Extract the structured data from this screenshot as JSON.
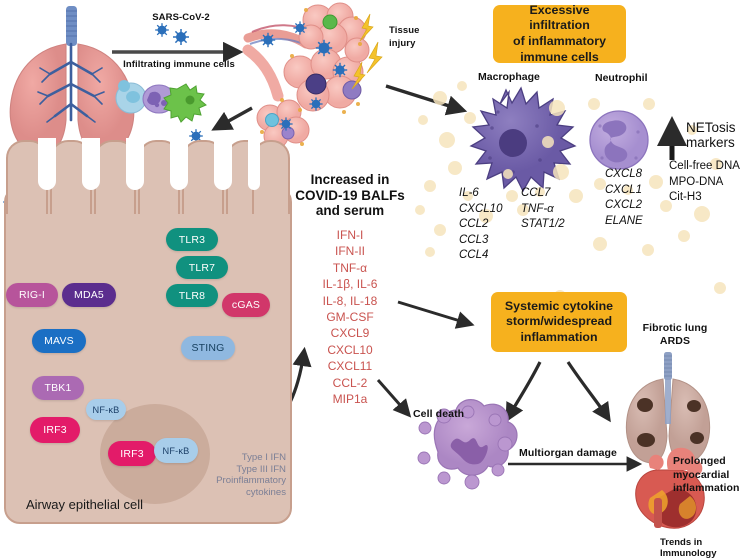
{
  "figure": {
    "footer": "Trends in Immunology"
  },
  "top_left": {
    "virus_label": "SARS-CoV-2",
    "arrow_label": "Infiltrating immune cells",
    "tissue_injury": "Tissue injury",
    "organ": "lung"
  },
  "callouts": {
    "infiltration": "Excessive infiltration of  inflammatory immune cells",
    "infiltration_lines": [
      "Excessive infiltration",
      "of  inflammatory",
      "immune cells"
    ],
    "cytokine_storm": "Systemic cytokine storm/widespread inflammation",
    "cytokine_storm_lines": [
      "Systemic cytokine",
      "storm/widespread",
      "inflammation"
    ]
  },
  "immune_cells": {
    "macrophage_label": "Macrophage",
    "neutrophil_label": "Neutrophil",
    "macrophage_genes_col1": [
      "IL-6",
      "CXCL10",
      "CCL2",
      "CCL3",
      "CCL4"
    ],
    "macrophage_genes_col2": [
      "CCL7",
      "TNF-α",
      "STAT1/2"
    ],
    "neutrophil_genes": [
      "CXCL8",
      "CXCL1",
      "CXCL2",
      "ELANE"
    ]
  },
  "netosis": {
    "title_line1": "NETosis",
    "title_line2": "markers",
    "markers": [
      "Cell-free DNA",
      "MPO-DNA",
      "Cit-H3"
    ]
  },
  "center": {
    "title_lines": [
      "Increased in",
      "COVID-19 BALFs",
      "and serum"
    ],
    "cytokines": [
      "IFN-I",
      "IFN-II",
      "TNF-α",
      "IL-1β, IL-6",
      "IL-8, IL-18",
      "GM-CSF",
      "CXCL9",
      "CXCL10",
      "CXCL11",
      "CCL-2",
      "MIP1a"
    ]
  },
  "pathway": {
    "cell_label": "Airway epithelial cell",
    "output_lines": [
      "Type I IFN",
      "Type III IFN",
      "Proinflammatory",
      "cytokines"
    ],
    "nodes": [
      {
        "id": "rig-i",
        "label": "RIG-I",
        "color": "#b7549b"
      },
      {
        "id": "mda5",
        "label": "MDA5",
        "color": "#5b2d8e"
      },
      {
        "id": "mavs",
        "label": "MAVS",
        "color": "#1b6fc4"
      },
      {
        "id": "tbk1",
        "label": "TBK1",
        "color": "#ab6ab3"
      },
      {
        "id": "irf3",
        "label": "IRF3",
        "color": "#e31b69"
      },
      {
        "id": "nfkb",
        "label": "NF-κB",
        "color": "#a8cdea"
      },
      {
        "id": "irf3-n",
        "label": "IRF3",
        "color": "#e31b69"
      },
      {
        "id": "nfkb-n",
        "label": "NF-κB",
        "color": "#a8cdea"
      },
      {
        "id": "tlr3",
        "label": "TLR3",
        "color": "#10917f"
      },
      {
        "id": "tlr7",
        "label": "TLR7",
        "color": "#10917f"
      },
      {
        "id": "tlr8",
        "label": "TLR8",
        "color": "#10917f"
      },
      {
        "id": "cgas",
        "label": "cGAS",
        "color": "#d1376a"
      },
      {
        "id": "sting",
        "label": "STING",
        "color": "#8fb8e0"
      }
    ]
  },
  "outcomes": {
    "cell_death": "Cell death",
    "fibrotic_lung_line1": "Fibrotic lung",
    "fibrotic_lung_line2": "ARDS",
    "multiorgan": "Multiorgan damage",
    "myocardial_lines": [
      "Prolonged",
      "myocardial",
      "inflammation"
    ]
  },
  "colors": {
    "callout_yellow": "#f6b11e",
    "cytokine_red": "#c9534f",
    "cell_body": "#dcc1b4",
    "cell_border": "#c79f8d",
    "teal": "#10917f",
    "crimson": "#d1376a",
    "grey_text": "#7b7f96"
  }
}
